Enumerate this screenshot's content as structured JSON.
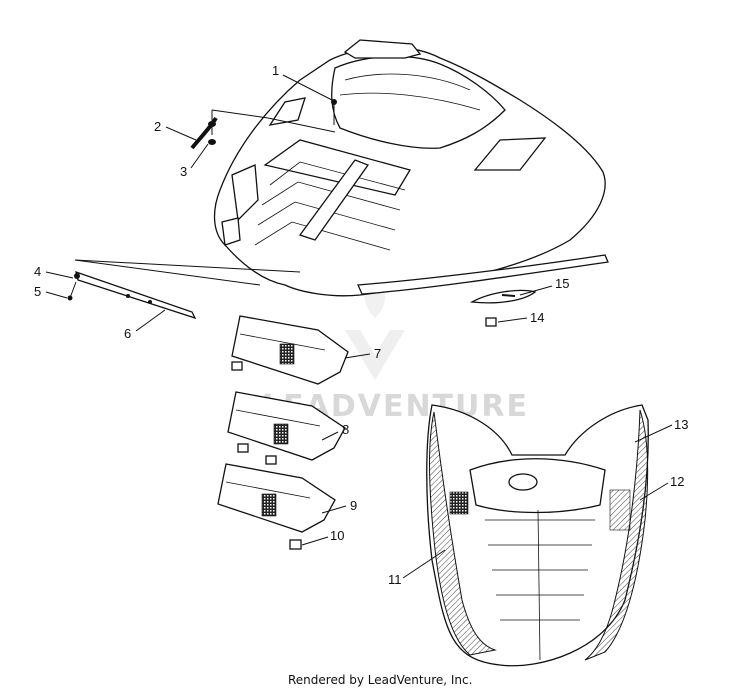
{
  "parts": [
    {
      "id": "p1",
      "number": "1"
    },
    {
      "id": "p2",
      "number": "2"
    },
    {
      "id": "p3",
      "number": "3"
    },
    {
      "id": "p4",
      "number": "4"
    },
    {
      "id": "p5",
      "number": "5"
    },
    {
      "id": "p6",
      "number": "6"
    },
    {
      "id": "p7",
      "number": "7"
    },
    {
      "id": "p8",
      "number": "8"
    },
    {
      "id": "p9",
      "number": "9"
    },
    {
      "id": "p10",
      "number": "10"
    },
    {
      "id": "p11",
      "number": "11"
    },
    {
      "id": "p12",
      "number": "12"
    },
    {
      "id": "p13",
      "number": "13"
    },
    {
      "id": "p14",
      "number": "14"
    },
    {
      "id": "p15",
      "number": "15"
    }
  ],
  "watermark": {
    "text": "LEADVENTURE"
  },
  "footer": {
    "text": "Rendered by LeadVenture, Inc."
  }
}
